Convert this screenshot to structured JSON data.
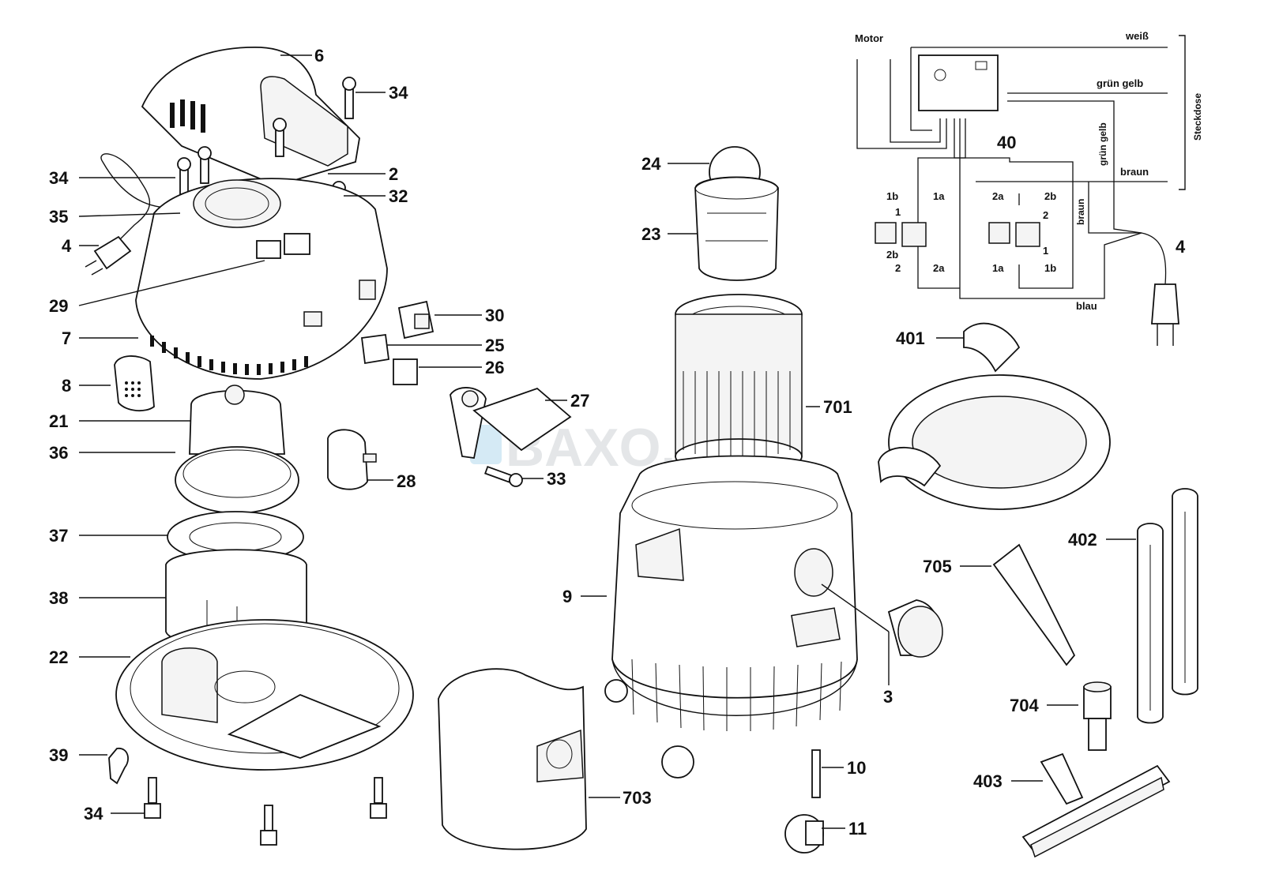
{
  "diagram": {
    "watermark": "BAXO.pl",
    "part_labels": {
      "p6": "6",
      "p34a": "34",
      "p34b": "34",
      "p34c": "34",
      "p2": "2",
      "p32": "32",
      "p35": "35",
      "p4a": "4",
      "p29": "29",
      "p30": "30",
      "p7": "7",
      "p25": "25",
      "p26": "26",
      "p8": "8",
      "p27": "27",
      "p21": "21",
      "p36": "36",
      "p28": "28",
      "p33": "33",
      "p37": "37",
      "p38": "38",
      "p22": "22",
      "p39": "39",
      "p24": "24",
      "p23": "23",
      "p701": "701",
      "p9": "9",
      "p3": "3",
      "p703": "703",
      "p10": "10",
      "p11": "11",
      "p40": "40",
      "p4b": "4",
      "p401": "401",
      "p402": "402",
      "p705": "705",
      "p704": "704",
      "p403": "403"
    },
    "wiring": {
      "motor": "Motor",
      "weiss": "weiß",
      "gruen_gelb_h": "grün gelb",
      "gruen_gelb_v": "grün gelb",
      "braun_h": "braun",
      "braun_v": "braun",
      "blau": "blau",
      "steckdose": "Steckdose",
      "t_1b_l": "1b",
      "t_1a_l": "1a",
      "t_1_l": "1",
      "t_2a_m": "2a",
      "t_2b_m": "2b",
      "t_2_m": "2",
      "t_2b_b": "2b",
      "t_2_b": "2",
      "t_2a_b": "2a",
      "t_1_r": "1",
      "t_1a_r": "1a",
      "t_1b_r": "1b"
    }
  }
}
